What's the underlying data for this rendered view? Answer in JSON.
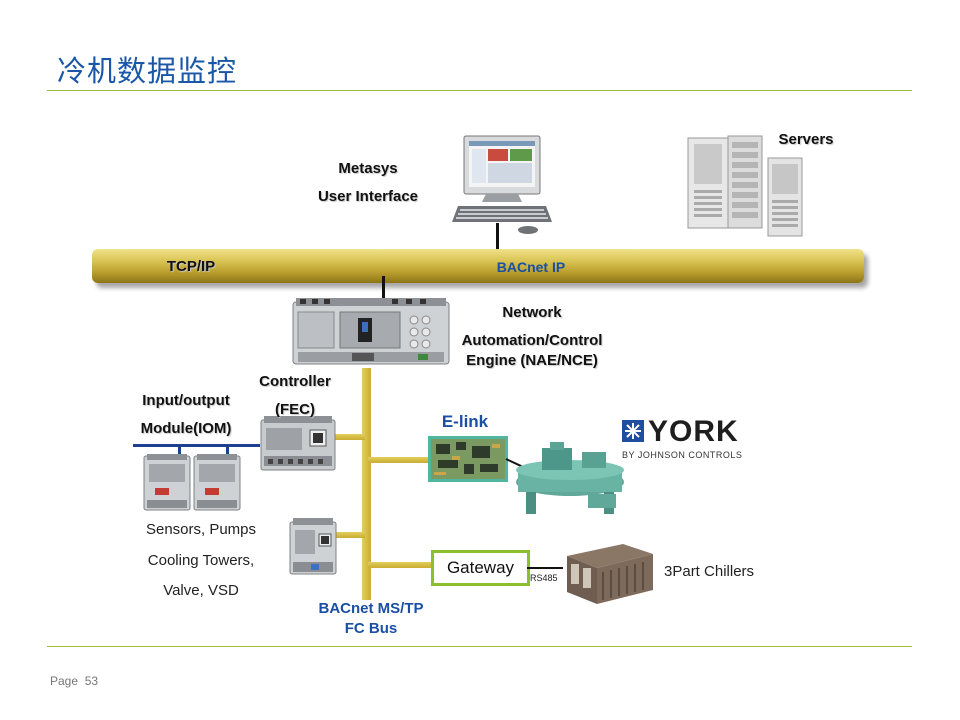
{
  "slide": {
    "title": "冷机数据监控",
    "page_label": "Page",
    "page_number": "53"
  },
  "diagram": {
    "metasys_line1": "Metasys",
    "metasys_line2": "User Interface",
    "servers": "Servers",
    "tcpip": "TCP/IP",
    "bacnet_ip": "BACnet IP",
    "network_line1": "Network",
    "network_line2": "Automation/Control",
    "network_line3": "Engine (NAE/NCE)",
    "controller_line1": "Controller",
    "controller_line2": "(FEC)",
    "iom_line1": "Input/output",
    "iom_line2": "Module(IOM)",
    "elink": "E-link",
    "york_logo": "YORK",
    "york_sub": "BY JOHNSON CONTROLS",
    "sensors_line1": "Sensors, Pumps",
    "sensors_line2": "Cooling Towers,",
    "sensors_line3": "Valve, VSD",
    "gateway": "Gateway",
    "rs485": "RS485",
    "third_party": "3Part Chillers",
    "bus_line1": "BACnet MS/TP",
    "bus_line2": "FC Bus"
  },
  "colors": {
    "title": "#1a57a8",
    "rule": "#9cbf3c",
    "gateway_border": "#8cbf2a",
    "bus_gold": "#d4bb4a"
  }
}
